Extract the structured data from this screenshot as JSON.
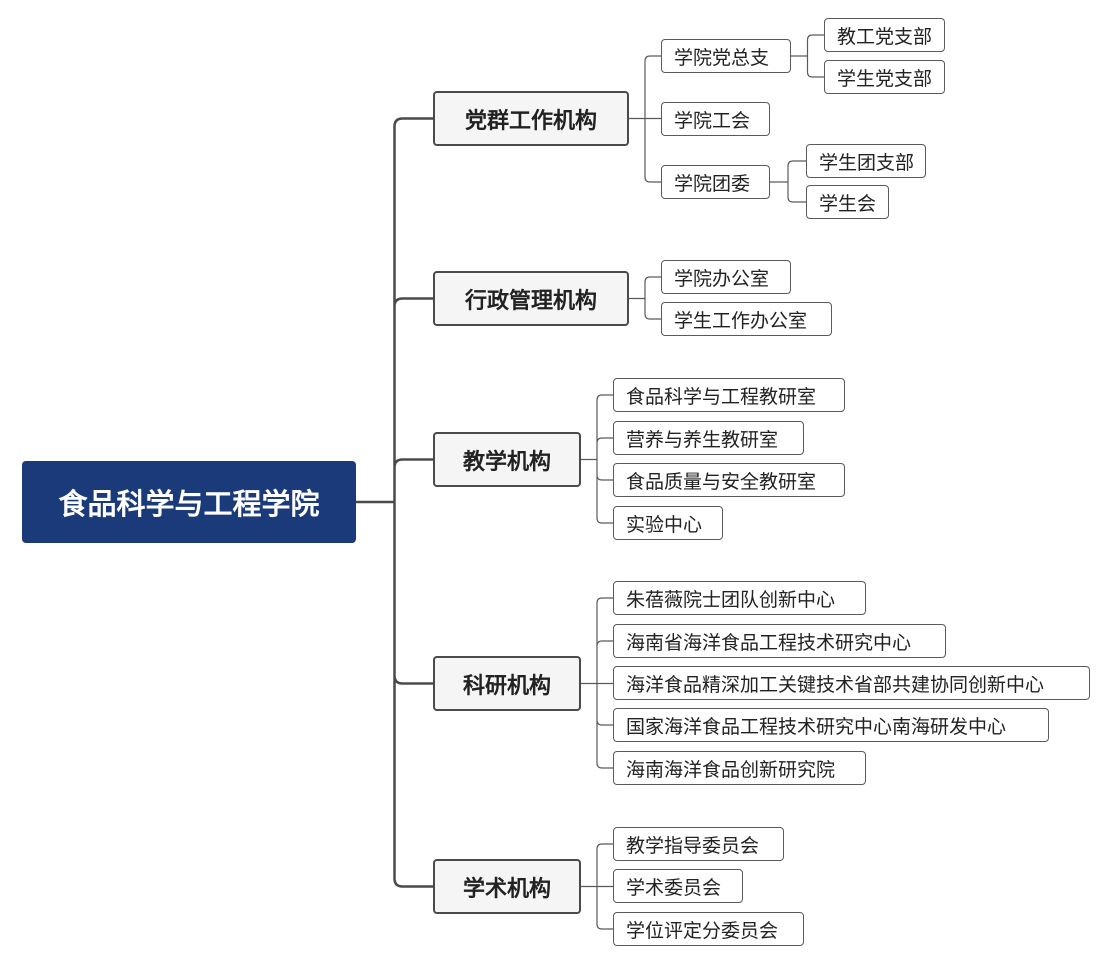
{
  "diagram": {
    "root": "食品科学与工程学院",
    "branches": [
      {
        "label": "党群工作机构",
        "children": [
          {
            "label": "学院党总支",
            "children": [
              "教工党支部",
              "学生党支部"
            ]
          },
          {
            "label": "学院工会",
            "children": []
          },
          {
            "label": "学院团委",
            "children": [
              "学生团支部",
              "学生会"
            ]
          }
        ]
      },
      {
        "label": "行政管理机构",
        "children": [
          {
            "label": "学院办公室",
            "children": []
          },
          {
            "label": "学生工作办公室",
            "children": []
          }
        ]
      },
      {
        "label": "教学机构",
        "children": [
          {
            "label": "食品科学与工程教研室",
            "children": []
          },
          {
            "label": "营养与养生教研室",
            "children": []
          },
          {
            "label": "食品质量与安全教研室",
            "children": []
          },
          {
            "label": "实验中心",
            "children": []
          }
        ]
      },
      {
        "label": "科研机构",
        "children": [
          {
            "label": "朱蓓薇院士团队创新中心",
            "children": []
          },
          {
            "label": "海南省海洋食品工程技术研究中心",
            "children": []
          },
          {
            "label": "海洋食品精深加工关键技术省部共建协同创新中心",
            "children": []
          },
          {
            "label": "国家海洋食品工程技术研究中心南海研发中心",
            "children": []
          },
          {
            "label": "海南海洋食品创新研究院",
            "children": []
          }
        ]
      },
      {
        "label": "学术机构",
        "children": [
          {
            "label": "教学指导委员会",
            "children": []
          },
          {
            "label": "学术委员会",
            "children": []
          },
          {
            "label": "学位评定分委员会",
            "children": []
          }
        ]
      }
    ]
  }
}
